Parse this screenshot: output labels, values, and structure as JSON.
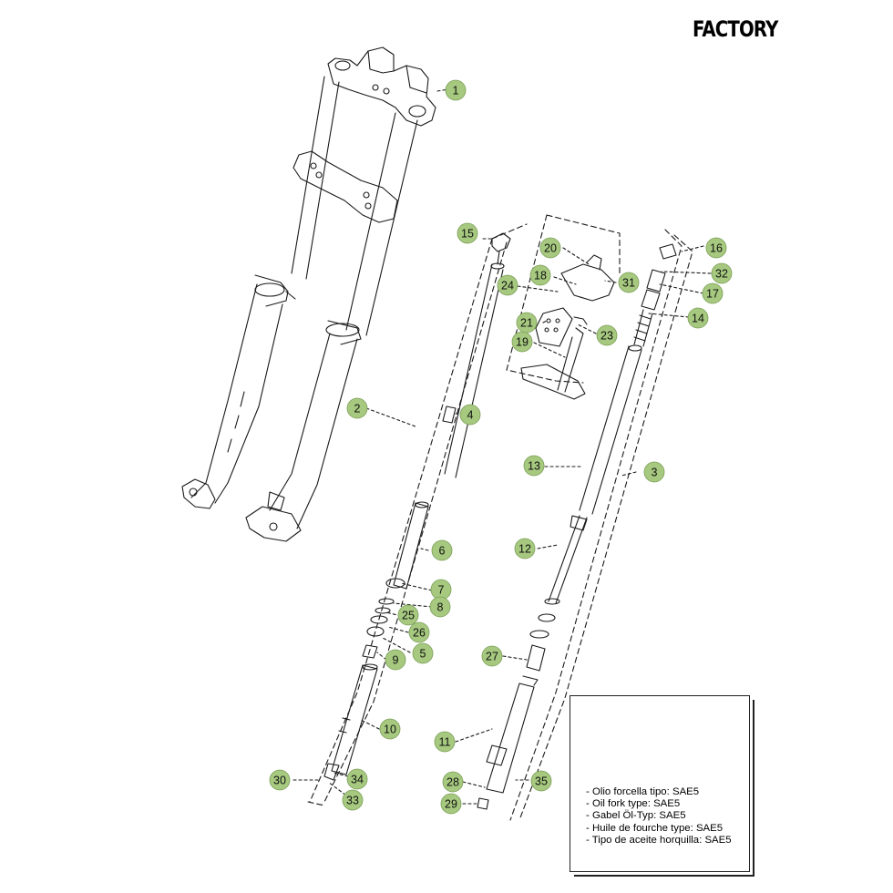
{
  "title": "FACTORY",
  "badge_color": "#a6c97f",
  "callouts": [
    {
      "id": "1",
      "label": "1"
    },
    {
      "id": "2",
      "label": "2"
    },
    {
      "id": "3",
      "label": "3"
    },
    {
      "id": "4",
      "label": "4"
    },
    {
      "id": "5",
      "label": "5"
    },
    {
      "id": "6",
      "label": "6"
    },
    {
      "id": "7",
      "label": "7"
    },
    {
      "id": "8",
      "label": "8"
    },
    {
      "id": "9",
      "label": "9"
    },
    {
      "id": "10",
      "label": "10"
    },
    {
      "id": "11",
      "label": "11"
    },
    {
      "id": "12",
      "label": "12"
    },
    {
      "id": "13",
      "label": "13"
    },
    {
      "id": "14",
      "label": "14"
    },
    {
      "id": "15",
      "label": "15"
    },
    {
      "id": "16",
      "label": "16"
    },
    {
      "id": "17",
      "label": "17"
    },
    {
      "id": "18",
      "label": "18"
    },
    {
      "id": "19",
      "label": "19"
    },
    {
      "id": "20",
      "label": "20"
    },
    {
      "id": "21",
      "label": "21"
    },
    {
      "id": "23",
      "label": "23"
    },
    {
      "id": "24",
      "label": "24"
    },
    {
      "id": "25",
      "label": "25"
    },
    {
      "id": "26",
      "label": "26"
    },
    {
      "id": "27",
      "label": "27"
    },
    {
      "id": "28",
      "label": "28"
    },
    {
      "id": "29",
      "label": "29"
    },
    {
      "id": "30",
      "label": "30"
    },
    {
      "id": "31",
      "label": "31"
    },
    {
      "id": "32",
      "label": "32"
    },
    {
      "id": "33",
      "label": "33"
    },
    {
      "id": "34",
      "label": "34"
    },
    {
      "id": "35",
      "label": "35"
    }
  ],
  "oil_spec": [
    "Olio forcella tipo: SAE5",
    "Oil fork type: SAE5",
    "Gabel Öl-Typ: SAE5",
    "Huile de fourche type: SAE5",
    "Tipo de aceite horquilla: SAE5"
  ]
}
